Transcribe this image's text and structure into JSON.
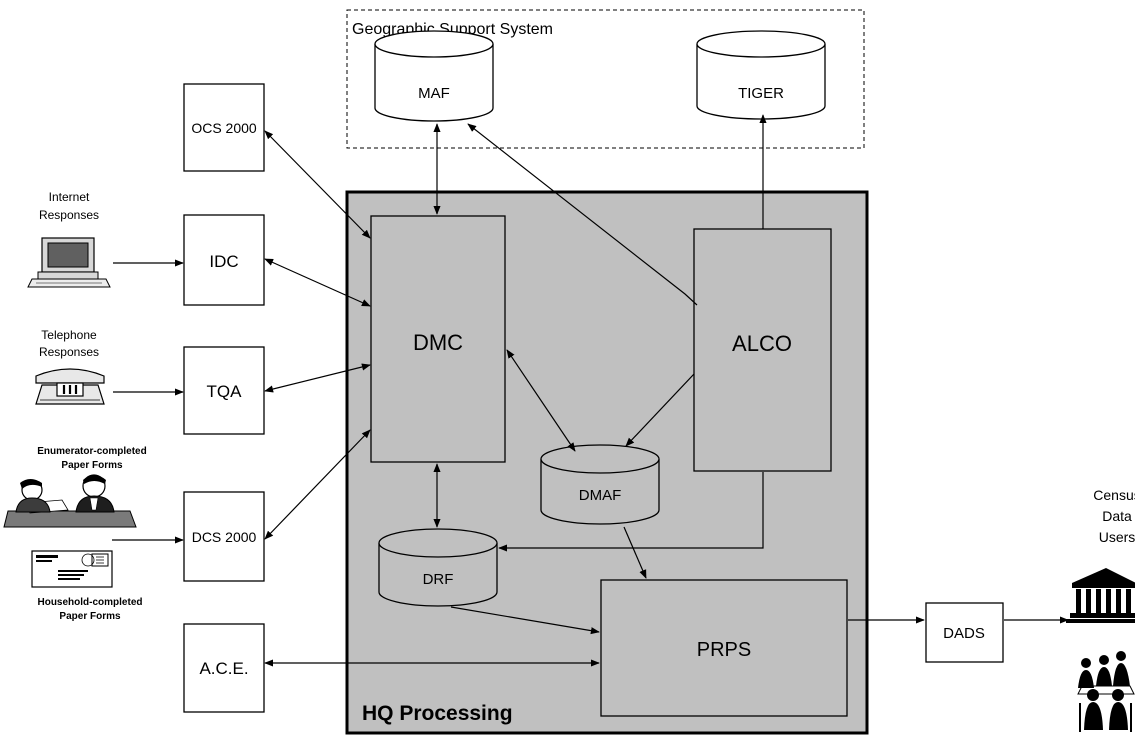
{
  "gss_title": "Geographic Support System",
  "hq_title": "HQ Processing",
  "nodes": {
    "maf": "MAF",
    "tiger": "TIGER",
    "ocs": "OCS 2000",
    "idc": "IDC",
    "tqa": "TQA",
    "dcs": "DCS 2000",
    "ace": "A.C.E.",
    "dmc": "DMC",
    "alco": "ALCO",
    "dmaf": "DMAF",
    "drf": "DRF",
    "prps": "PRPS",
    "dads": "DADS"
  },
  "sources": {
    "internet": [
      "Internet",
      "Responses"
    ],
    "telephone": [
      "Telephone",
      "Responses"
    ],
    "enumerator": [
      "Enumerator-completed",
      "Paper Forms"
    ],
    "household": [
      "Household-completed",
      "Paper Forms"
    ]
  },
  "users": [
    "Census",
    "Data",
    "Users"
  ],
  "edges": [
    {
      "from": "DMC",
      "to": "MAF",
      "kind": "bidirectional"
    },
    {
      "from": "ALCO",
      "to": "MAF",
      "kind": "directed"
    },
    {
      "from": "ALCO",
      "to": "TIGER",
      "kind": "directed"
    },
    {
      "from": "OCS 2000",
      "to": "DMC",
      "kind": "bidirectional"
    },
    {
      "from": "IDC",
      "to": "DMC",
      "kind": "bidirectional"
    },
    {
      "from": "TQA",
      "to": "DMC",
      "kind": "bidirectional"
    },
    {
      "from": "DCS 2000",
      "to": "DMC",
      "kind": "bidirectional"
    },
    {
      "from": "Internet Responses",
      "to": "IDC",
      "kind": "directed"
    },
    {
      "from": "Telephone Responses",
      "to": "TQA",
      "kind": "directed"
    },
    {
      "from": "Paper Forms",
      "to": "DCS 2000",
      "kind": "directed"
    },
    {
      "from": "DMC",
      "to": "DMAF",
      "kind": "bidirectional"
    },
    {
      "from": "ALCO",
      "to": "DMAF",
      "kind": "directed"
    },
    {
      "from": "DMC",
      "to": "DRF",
      "kind": "bidirectional"
    },
    {
      "from": "ALCO",
      "to": "DRF",
      "kind": "directed"
    },
    {
      "from": "DMAF",
      "to": "PRPS",
      "kind": "directed"
    },
    {
      "from": "DRF",
      "to": "PRPS",
      "kind": "directed"
    },
    {
      "from": "A.C.E.",
      "to": "PRPS",
      "kind": "bidirectional"
    },
    {
      "from": "PRPS",
      "to": "DADS",
      "kind": "directed"
    },
    {
      "from": "DADS",
      "to": "Census Data Users",
      "kind": "directed"
    }
  ]
}
